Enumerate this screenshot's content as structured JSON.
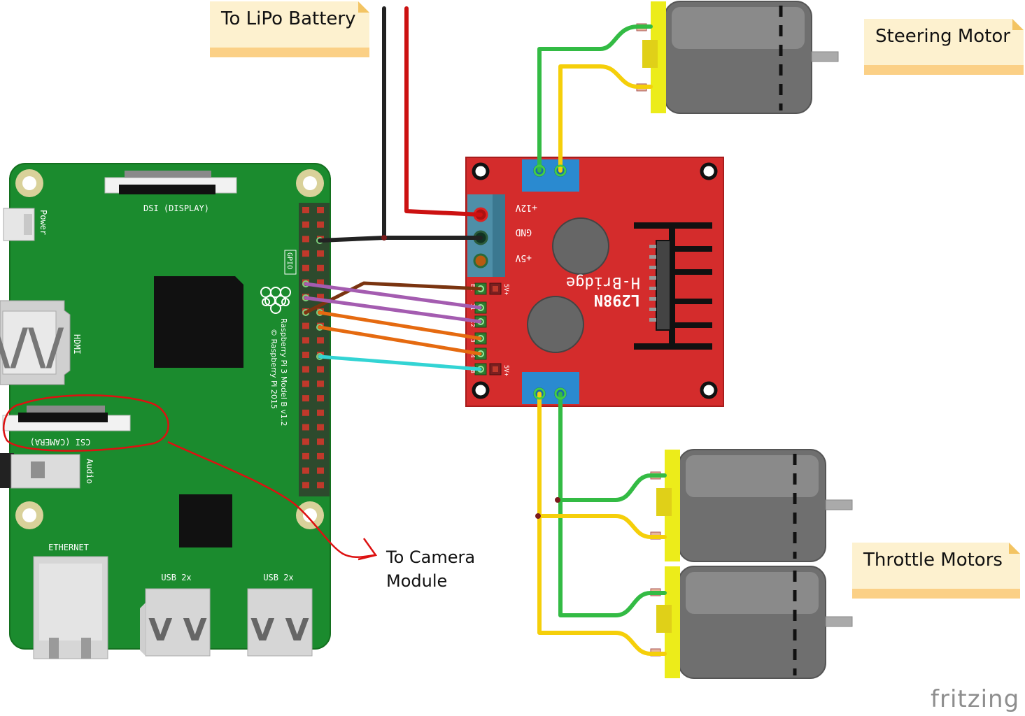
{
  "notes": {
    "lipo": "To LiPo Battery",
    "steering": "Steering Motor",
    "throttle": "Throttle Motors"
  },
  "camera_label": [
    "To Camera",
    "Module"
  ],
  "brand": "fritzing",
  "pi": {
    "dsi": "DSI (DISPLAY)",
    "csi": "CSI (CAMERA)",
    "power": "Power",
    "hdmi": "HDMI",
    "audio": "Audio",
    "gpio": "GPIO",
    "ethernet": "ETHERNET",
    "usb1": "USB 2x",
    "usb2": "USB 2x",
    "model": "Raspberry Pi 3 Model B v1.2",
    "copyright": "© Raspberry Pi 2015"
  },
  "hbridge": {
    "name1": "H-Bridge",
    "name2": "L298N",
    "v12": "+12V",
    "gnd": "GND",
    "v5": "+5V",
    "ena": "EA",
    "in1": "I1",
    "in2": "I2",
    "in3": "I3",
    "in4": "I4",
    "enb": "EB",
    "fivev_a": "5V+",
    "fivev_b": "5V+"
  },
  "colors": {
    "pi_board": "#1b8b2e",
    "hbridge_board": "#d42c2c",
    "wire_red": "#cc1111",
    "wire_black": "#222222",
    "wire_green": "#33bb44",
    "wire_yellow": "#f5cf0a",
    "wire_brown": "#7a3410",
    "wire_purple": "#a45cb0",
    "wire_orange": "#e56a10",
    "wire_cyan": "#33d4d4",
    "motor_body": "#6f6f6f",
    "motor_cap": "#ecec1a",
    "annotation": "#dd1111"
  }
}
